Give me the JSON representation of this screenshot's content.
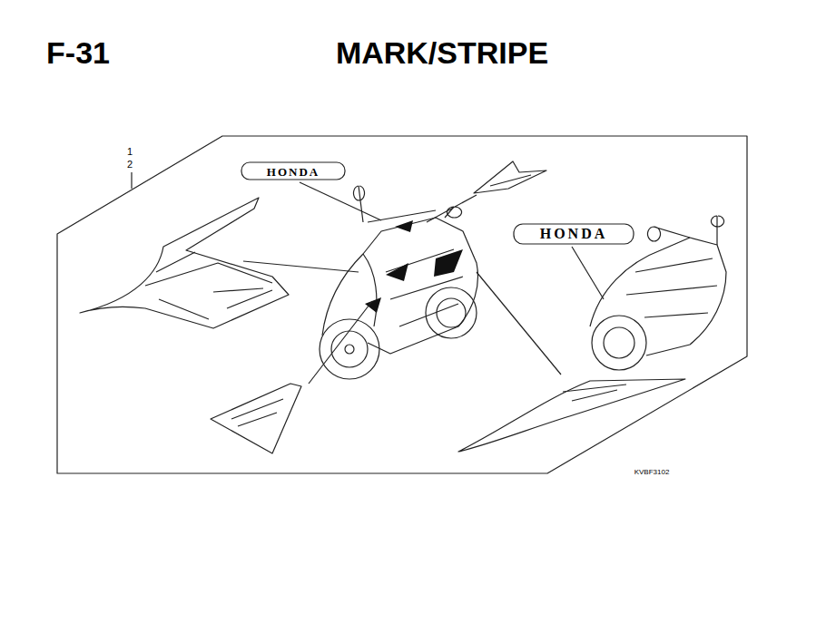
{
  "diagram": {
    "title": "MARK/STRIPE",
    "labels": [
      "F-31",
      "1",
      "2",
      "HONDA",
      "HONDA",
      "KVBF3102"
    ]
  }
}
